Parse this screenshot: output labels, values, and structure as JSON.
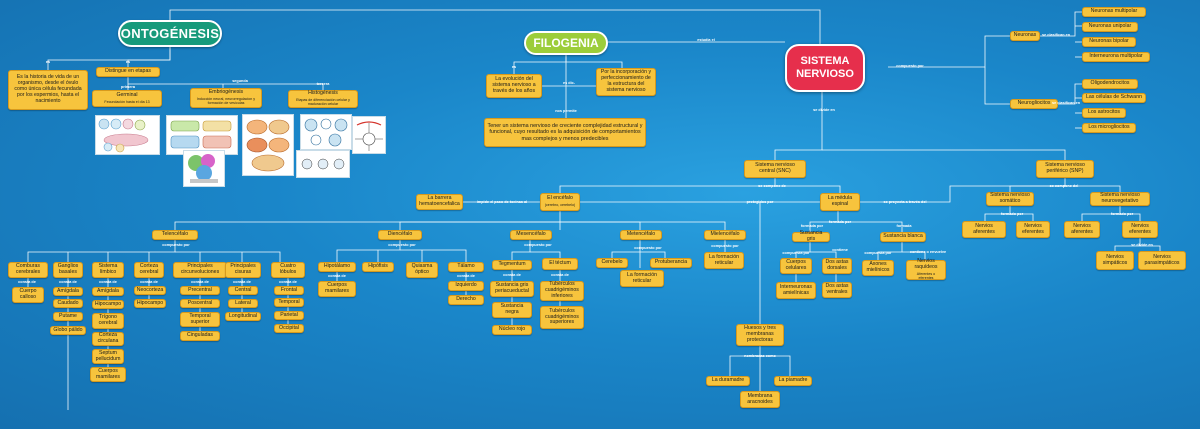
{
  "colors": {
    "background": "#1a86c9",
    "node": "#f7c43d",
    "line": "#ffffff",
    "sistema_nervioso": "#e62f4c",
    "ontogenesis": "#179a7b",
    "filogenia": "#9ccd3a"
  },
  "ontogenesis": {
    "title": "ONTOGÉNESIS",
    "label_es_left": "es",
    "label_es_right": "es",
    "definition": "Es la historia de vida de un organismo, desde el óvulo como única célula fecundada por los espermios, hasta el nacimiento",
    "stages_title": "Distingue en etapas",
    "label_primera": "primera",
    "label_segunda": "segunda",
    "label_tercera": "tercera",
    "germinal": {
      "title": "Germinal",
      "sub": "Fecundación hasta el día 13"
    },
    "embriogenesis": {
      "title": "Embriogénesis",
      "sub": "Inducción neural, neurorregulacion y formación de vesículas"
    },
    "histogenesis": {
      "title": "Histogénesis",
      "sub": "Etapas de diferenciación celular y maduración celular"
    },
    "image_labels": [
      "Germinal",
      "Embriogénesis",
      "Histogénesis"
    ]
  },
  "filogenia": {
    "title": "FILOGENIA",
    "label_es": "es",
    "label_es_dic": "es dic-",
    "label_nos_permite": "nos permite",
    "evolucion": "La evolución del sistema nervioso a través de los años",
    "incorporacion": "Por la incorporación y perfeccionamiento de la estructura del sistema nervioso",
    "tener": "Tener un sistema nervioso de creciente complejidad estructural y funcional, cuyo resultado es la adquisición de comportamientos mas complejos y menos predecibles",
    "label_estudia_el": "estudia el"
  },
  "sistema_nervioso": {
    "title_line1": "SISTEMA",
    "title_line2": "NERVIOSO",
    "label_compuesto_por": "compuesto por",
    "label_se_divide_en": "se divide en",
    "neuronas": {
      "title": "Neuronas",
      "label": "se clasifican en",
      "items": [
        "Neuronas multipolar",
        "Neuronas unipolar",
        "Neuronas bipolar",
        "Interneurona multipolar"
      ]
    },
    "neurogliocitos": {
      "title": "Neurogliocitos",
      "label": "se clasifican en",
      "items": [
        "Oligodendrocitos",
        "Las células de Schwann",
        "Los astrocitos",
        "Los microgliocitos"
      ]
    }
  },
  "snc": {
    "title": "Sistema nervioso central (SNC)",
    "label_se_compone_de": "se compone de",
    "barrera": "La barrera hematoencefalica",
    "label_impide": "impide el paso de toxinas al",
    "encefalo": {
      "title": "El encéfalo",
      "sub": "(cerebro, cerebelo)"
    },
    "label_protegidos_por": "protegidos por",
    "medula": "La médula espinal",
    "label_se_proyecta": "se proyecta a través del",
    "telencefalo": {
      "title": "Telencéfalo",
      "label": "compuesto por",
      "items": [
        "Comburas cerebrales",
        "Ganglios basales",
        "Sistema límbico",
        "Corteza cerebral",
        "Principales circunvoluciones",
        "Principales cisuras",
        "Cuatro lóbulos"
      ],
      "label_consta_de": "consta de",
      "comburas_sub": [
        "Cuerpo calloso"
      ],
      "ganglios_sub": [
        "Amígdala",
        "Caudado",
        "Putame",
        "Globo pálido"
      ],
      "limbico_sub": [
        "Amígdala",
        "Hipocampo",
        "Trígono cerebral",
        "Corteza circulana",
        "Septum pellucidum",
        "Cuerpos mamilares"
      ],
      "corteza_sub": [
        "Neocorteza",
        "Hipocampo"
      ],
      "circunv_sub": [
        "Precentral",
        "Poscentral",
        "Temporal superior",
        "Cinguladas"
      ],
      "cisuras_sub": [
        "Central",
        "Lateral",
        "Longitudinal"
      ],
      "lobulos_sub": [
        "Frontal",
        "Temporal",
        "Parietal",
        "Occipital"
      ]
    },
    "diencefalo": {
      "title": "Diencéfalo",
      "label": "compuesto por",
      "items": [
        "Hipotálamo",
        "Hipófisis",
        "Quiasma óptico",
        "Tálamo"
      ],
      "label_consta_de": "consta de",
      "hipotalamo_sub": [
        "Cuerpos mamilares"
      ],
      "talamo_sub": [
        "Izquierdo",
        "Derecho"
      ]
    },
    "mesencefalo": {
      "title": "Mesencéfalo",
      "label": "compuesto por",
      "items": [
        "Tegmentum",
        "El téctum"
      ],
      "label_consta_de": "consta de",
      "tegmentum_sub": [
        "Sustancia gris periacueductal",
        "Sustancia negra",
        "Núcleo rojo"
      ],
      "tectum_sub": [
        "Tubérculos cuadrigéminos inferiores",
        "Tubérculos cuadrigéminos superiores"
      ]
    },
    "metencefalo": {
      "title": "Metencéfalo",
      "label": "compuesto por",
      "items": [
        "Cerebelo",
        "Protuberancia",
        "La formación reticular"
      ]
    },
    "mielencefalo": {
      "title": "Mielencéfalo",
      "label": "compuesto por",
      "items": [
        "La formación reticular"
      ]
    },
    "medula_parts": {
      "label_formada_por": "formada por",
      "label_formada_left": "formada por",
      "label_formada_right": "formada",
      "gris": "Sustancia gris",
      "blanca": "Sustancia blanca",
      "label_compuesta_por_left": "compuesta por",
      "label_contiene": "contiene",
      "label_compuesta_por_right": "compuesta por",
      "label_contiene_o_envuelve": "contiene o envuelve",
      "gris_items": [
        "Cuerpos celulares",
        "Interneuronas amielínicas"
      ],
      "astas": [
        "Dos astas dorsales",
        "Dos astas ventrales"
      ],
      "axones": "Axones mielínicos",
      "nervios_raquideos": {
        "title": "Nervios raquídeos",
        "sub": "Aferentes o eferentes"
      }
    },
    "huesos": "Huesos y tres membranas protectoras",
    "label_nombradas_como": "nombradas como",
    "membranas": [
      "La duramadre",
      "La piamadre",
      "Membrana aracnoides"
    ]
  },
  "snp": {
    "title": "Sistema nervioso periférico (SNP)",
    "label_se_compone_del": "se compone del",
    "somatico": "Sistema nervioso somático",
    "neurovegetativo": "Sistema nervioso neurovegetativo",
    "label_formado_por_left": "formado por",
    "label_formado_por_right": "formado por",
    "somatico_items": [
      "Nervios aferentes",
      "Nervios eferentes"
    ],
    "neuro_items": [
      "Nervios aferentes",
      "Nervios eferentes"
    ],
    "label_se_divide_en": "se divide en",
    "eferentes_sub": [
      "Nervios simpáticos",
      "Nervios parasimpáticos"
    ]
  }
}
